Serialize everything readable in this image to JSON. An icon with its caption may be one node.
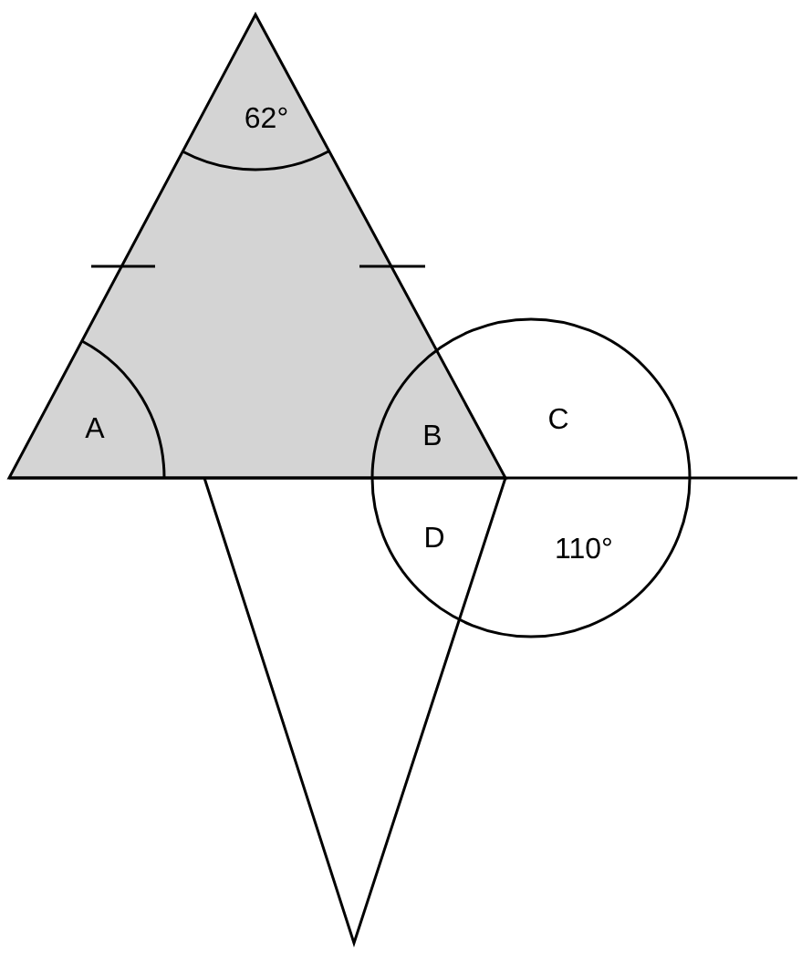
{
  "diagram": {
    "labels": [
      "62°",
      "A",
      "B",
      "C",
      "D",
      "110°"
    ]
  }
}
